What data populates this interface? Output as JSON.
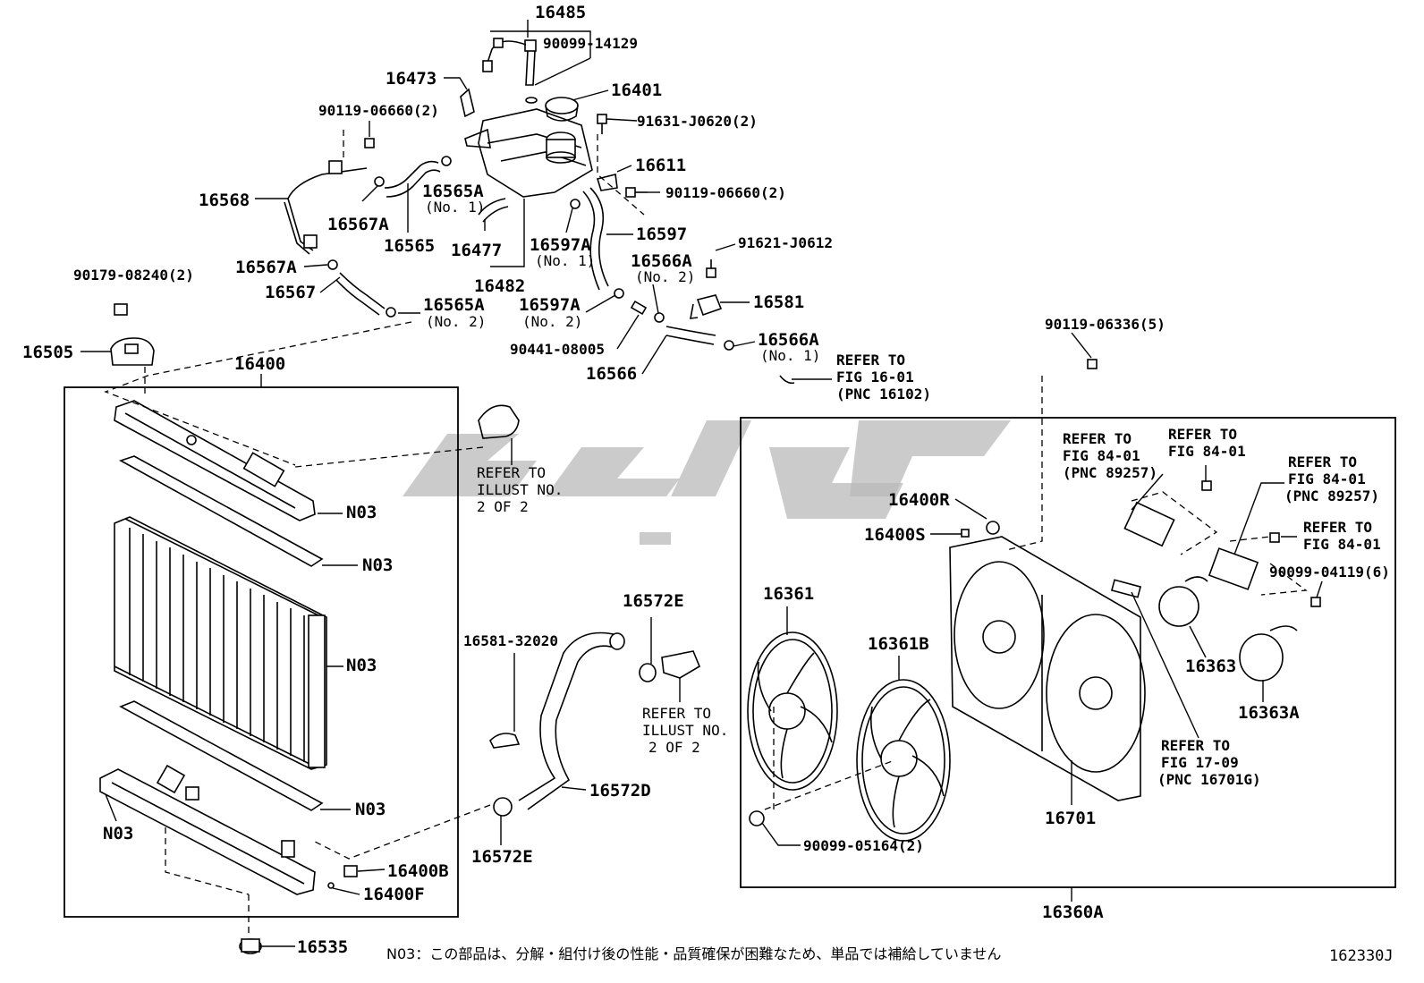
{
  "diagram_code": "162330J",
  "note": "N03：この部品は、分解・組付け後の性能・品質確保が困難なため、単品では補給していません",
  "labels": {
    "p16485": "16485",
    "p90099_14129": "90099-14129",
    "p16473": "16473",
    "p16401": "16401",
    "p90119_06660_a": "90119-06660(2)",
    "p91631": "91631-J0620(2)",
    "p16611": "16611",
    "p16568": "16568",
    "p16565A_1": "16565A",
    "no1_a": "(No. 1)",
    "p90119_06660_b": "90119-06660(2)",
    "p16567A_1": "16567A",
    "p16565": "16565",
    "p16477": "16477",
    "p16597A_1": "16597A",
    "no1_b": "(No. 1)",
    "p16597": "16597",
    "p91621": "91621-J0612",
    "p16567A_2": "16567A",
    "p16482": "16482",
    "p16566A_2": "16566A",
    "no2_a": "(No. 2)",
    "p90179": "90179-08240(2)",
    "p16567": "16567",
    "p16565A_2": "16565A",
    "no2_b": "(No. 2)",
    "p16597A_2": "16597A",
    "no2_c": "(No. 2)",
    "p16581": "16581",
    "p90441": "90441-08005",
    "p16566A_1": "16566A",
    "no1_c": "(No. 1)",
    "p16505": "16505",
    "p16400": "16400",
    "p16566": "16566",
    "ref16_1": "REFER TO",
    "ref16_2": "FIG 16-01",
    "ref16_3": "(PNC 16102)",
    "p90119_06336": "90119-06336(5)",
    "illust_a1": "REFER TO",
    "illust_a2": "ILLUST NO.",
    "illust_a3": "2 OF 2",
    "n03_1": "N03",
    "n03_2": "N03",
    "n03_3": "N03",
    "n03_4": "N03",
    "n03_5": "N03",
    "ref84a_1": "REFER TO",
    "ref84a_2": "FIG 84-01",
    "ref84a_3": "(PNC 89257)",
    "ref84b_1": "REFER TO",
    "ref84b_2": "FIG 84-01",
    "ref84c_1": "REFER TO",
    "ref84c_2": "FIG 84-01",
    "ref84c_3": "(PNC 89257)",
    "ref84d_1": "REFER TO",
    "ref84d_2": "FIG 84-01",
    "p16400R": "16400R",
    "p16400S": "16400S",
    "p90099_04119": "90099-04119(6)",
    "p16361": "16361",
    "p16361B": "16361B",
    "p16363": "16363",
    "p16363A": "16363A",
    "p16572E_top": "16572E",
    "p16581_32020": "16581-32020",
    "illust_b1": "REFER TO",
    "illust_b2": "ILLUST NO.",
    "illust_b3": "2 OF 2",
    "ref17_1": "REFER TO",
    "ref17_2": "FIG 17-09",
    "ref17_3": "(PNC 16701G)",
    "p16572D": "16572D",
    "p16701": "16701",
    "p16572E_bot": "16572E",
    "p90099_05164": "90099-05164(2)",
    "p16400B": "16400B",
    "p16400F": "16400F",
    "p16360A": "16360A",
    "p16535": "16535"
  }
}
